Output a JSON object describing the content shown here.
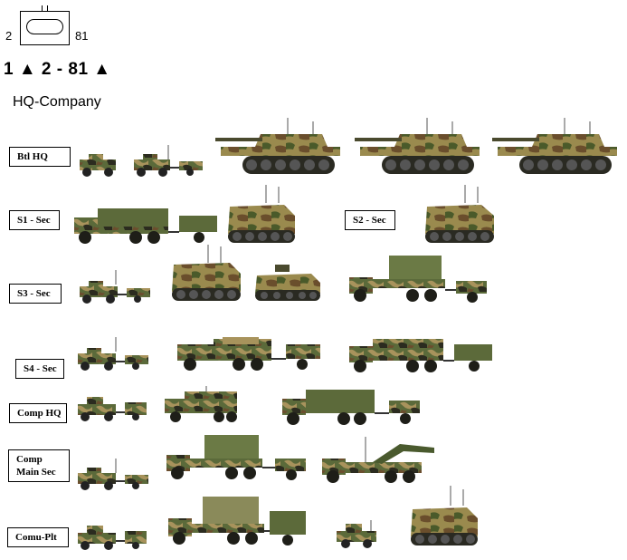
{
  "symbol": {
    "left_value": "2",
    "right_value": "81"
  },
  "designation": "1 ▲ 2 - 81 ▲",
  "company_title": "HQ-Company",
  "rows": [
    {
      "label": "Btl HQ"
    },
    {
      "label": "S1 - Sec"
    },
    {
      "label": "S2 - Sec"
    },
    {
      "label": "S3 - Sec"
    },
    {
      "label": "S4 - Sec"
    },
    {
      "label": "Comp HQ"
    },
    {
      "label": "Comp\nMain Sec"
    },
    {
      "label": "Comu-Plt"
    }
  ],
  "colors": {
    "camo_green": "#4a5a2e",
    "camo_tan": "#a8935c",
    "camo_dark": "#2a2a1e",
    "olive": "#5c6a3a"
  }
}
